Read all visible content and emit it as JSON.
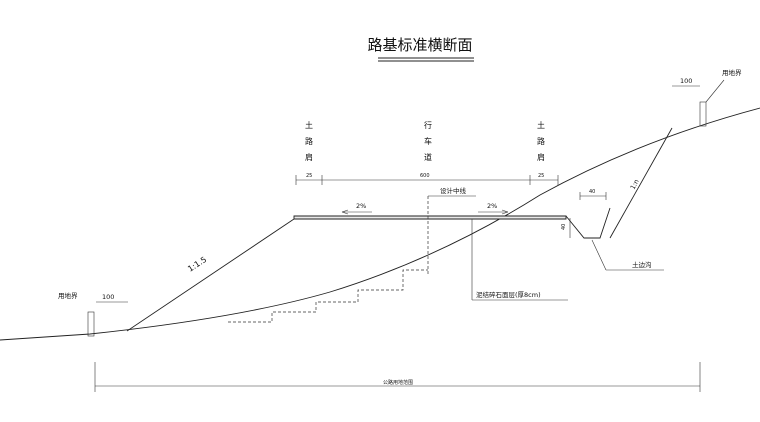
{
  "title": "路基标准横断面",
  "labels": {
    "shoulder_left": [
      "土",
      "路",
      "肩"
    ],
    "carriageway": [
      "行",
      "车",
      "道"
    ],
    "shoulder_right": [
      "土",
      "路",
      "肩"
    ],
    "dim_shoulder_left": "25",
    "dim_carriageway": "600",
    "dim_shoulder_right": "25",
    "slope_left": "2%",
    "slope_right": "2%",
    "centerline": "设计中线",
    "pavement_note": "泥结碎石面层(厚8cm)",
    "fill_slope": "1:1.5",
    "cut_slope": "1:n",
    "ditch": "土边沟",
    "ditch_width": "40",
    "ditch_depth": "40",
    "land_left": "用地界",
    "land_left_dim": "100",
    "land_right": "用地界",
    "land_right_dim": "100",
    "land_range": "公路用地范围"
  }
}
